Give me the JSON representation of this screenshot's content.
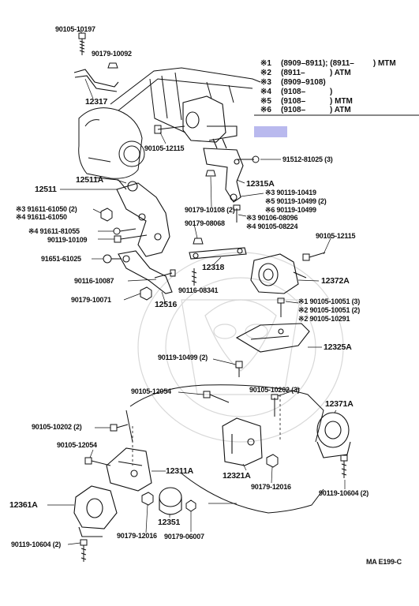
{
  "legend": [
    {
      "mark": "※1",
      "range": "(8909–8911); (8911–",
      "type": ") MTM"
    },
    {
      "mark": "※2",
      "range": "(8911–",
      "type": ") ATM"
    },
    {
      "mark": "※3",
      "range": "(8909–9108)",
      "type": ""
    },
    {
      "mark": "※4",
      "range": "(9108–",
      "type": ")"
    },
    {
      "mark": "※5",
      "range": "(9108–",
      "type": ") MTM"
    },
    {
      "mark": "※6",
      "range": "(9108–",
      "type": ") ATM"
    }
  ],
  "labels": {
    "p90105_10197": "90105-10197",
    "p90179_10092": "90179-10092",
    "p12317": "12317",
    "p90105_12115_top": "90105-12115",
    "p91512_81025": "91512-81025 (3)",
    "p12315A": "12315A",
    "p12511A": "12511A",
    "p12511": "12511",
    "p90179_10108": "90179-10108 (2)",
    "p90119_10419": "※3 90119-10419",
    "p90119_10499_5": "※5 90119-10499 (2)",
    "p90119_10499_6": "※6 90119-10499",
    "p90106_08096": "※3 90106-08096",
    "p90105_08224": "※4 90105-08224",
    "p91611_61050_3": "※3 91611-61050 (2)",
    "p91611_61050_4": "※4 91611-61050",
    "p91611_81055": "※4 91611-81055",
    "p90119_10109": "90119-10109",
    "p90179_08068": "90179-08068",
    "p90105_12115_right": "90105-12115",
    "p91651_61025": "91651-61025",
    "p12318": "12318",
    "p12372A": "12372A",
    "p90116_10087": "90116-10087",
    "p90116_08341": "90116-08341",
    "p90179_10071": "90179-10071",
    "p12516": "12516",
    "p90105_10051_1": "※1 90105-10051 (3)",
    "p90105_10051_2": "※2 90105-10051 (2)",
    "p90105_10291": "※2 90105-10291",
    "p12325A": "12325A",
    "p90119_10499_mid": "90119-10499 (2)",
    "p90105_12054_upper": "90105-12054",
    "p90105_10202_3": "90105-10202 (3)",
    "p12371A": "12371A",
    "p90105_10202_2": "90105-10202 (2)",
    "p90105_12054_lower": "90105-12054",
    "p12311A": "12311A",
    "p12321A": "12321A",
    "p90179_12016_right": "90179-12016",
    "p90119_10604_right": "90119-10604 (2)",
    "p12361A": "12361A",
    "p12351": "12351",
    "p90179_12016_left": "90179-12016",
    "p90179_06007": "90179-06007",
    "p90119_10604_left": "90119-10604 (2)",
    "footer_code": "MA E199-C"
  },
  "colors": {
    "line": "#111111",
    "highlight": "#b9b9ee",
    "watermark": "#d8d8d8"
  }
}
